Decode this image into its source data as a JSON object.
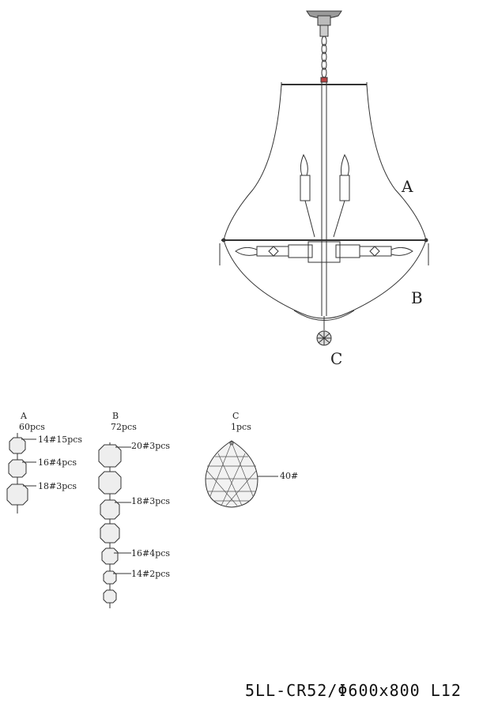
{
  "drawing": {
    "labels": {
      "a": "A",
      "b": "B",
      "c": "C"
    }
  },
  "parts": [
    {
      "letter": "A",
      "count": "60pcs",
      "items": [
        "14#15pcs",
        "16#4pcs",
        "18#3pcs"
      ]
    },
    {
      "letter": "B",
      "count": "72pcs",
      "items": [
        "20#3pcs",
        "18#3pcs",
        "16#4pcs",
        "14#2pcs"
      ]
    },
    {
      "letter": "C",
      "count": "1pcs",
      "items": [
        "40#"
      ]
    }
  ],
  "model": "5LL-CR52/Φ600x800 L12"
}
